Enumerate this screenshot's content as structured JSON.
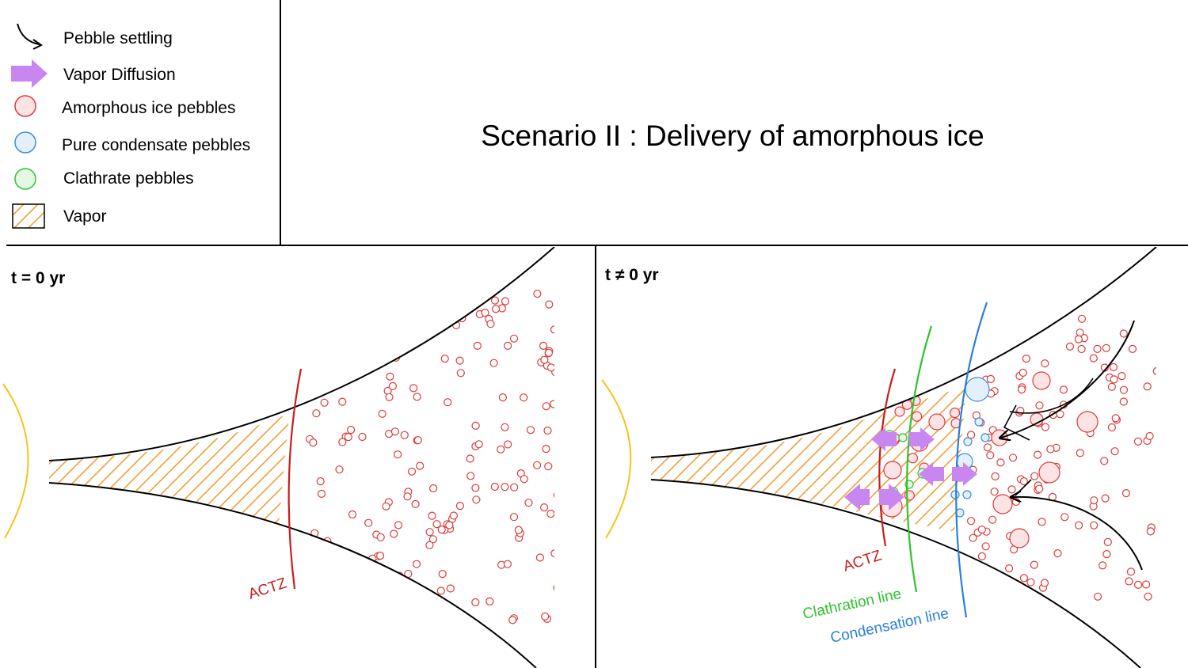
{
  "title": "Scenario II : Delivery of amorphous ice",
  "legend": {
    "pebble_settling": "Pebble settling",
    "vapor_diffusion": "Vapor Diffusion",
    "amorphous": "Amorphous ice pebbles",
    "pure_condensate": "Pure condensate pebbles",
    "clathrate": "Clathrate pebbles",
    "vapor": "Vapor"
  },
  "panels": {
    "left": {
      "label": "t = 0 yr",
      "actz_label": "ACTZ"
    },
    "right": {
      "label": "t ≠ 0 yr",
      "actz_label": "ACTZ",
      "clathration_label": "Clathration line",
      "condensation_label": "Condensation line"
    }
  },
  "colors": {
    "amorphous": "#e03a3a",
    "amorphous_fill": "#fde4e4",
    "pure_condensate": "#3a8ee0",
    "pure_condensate_fill": "#e3f0fb",
    "clathrate": "#33c233",
    "clathrate_fill": "#e4f8e4",
    "vapor": "#f0a040",
    "diffusion": "#c986f0",
    "star": "#f5c518",
    "actz": "#c81e1e",
    "clathration": "#2fc32f",
    "condensation": "#2a7fdc"
  }
}
